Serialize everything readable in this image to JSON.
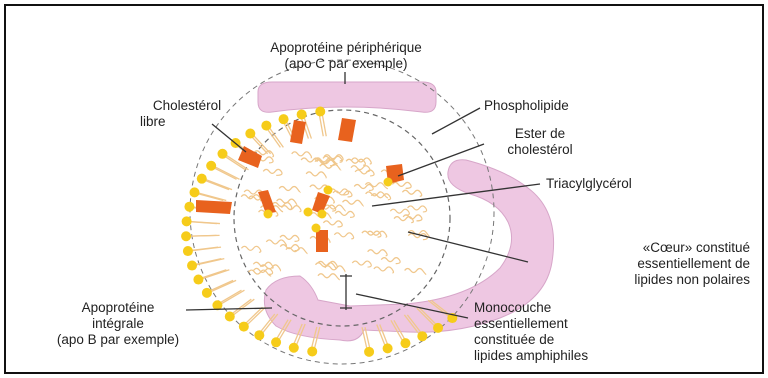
{
  "labels": {
    "apo_peripheral_1": "Apoprotéine périphérique",
    "apo_peripheral_2": "(apo C par exemple)",
    "cholesterol_libre_1": "Cholestérol",
    "cholesterol_libre_2": "libre",
    "phospholipide": "Phospholipide",
    "ester_1": "Ester de",
    "ester_2": "cholestérol",
    "triacylglycerol": "Triacylglycérol",
    "coeur_1": "«Cœur» constitué",
    "coeur_2": "essentiellement de",
    "coeur_3": "lipides non polaires",
    "apo_integral_1": "Apoprotéine",
    "apo_integral_2": "intégrale",
    "apo_integral_3": "(apo B par exemple)",
    "monocouche_1": "Monocouche",
    "monocouche_2": "essentiellement",
    "monocouche_3": "constituée de",
    "monocouche_4": "lipides amphiphiles"
  },
  "colors": {
    "apoprotein": "#eec7e2",
    "apoprotein_border": "#d7a6c9",
    "phospholipid_head": "#f6cc1a",
    "cholesterol": "#e8621e",
    "tails": "#f0c78c",
    "line": "#333333"
  }
}
